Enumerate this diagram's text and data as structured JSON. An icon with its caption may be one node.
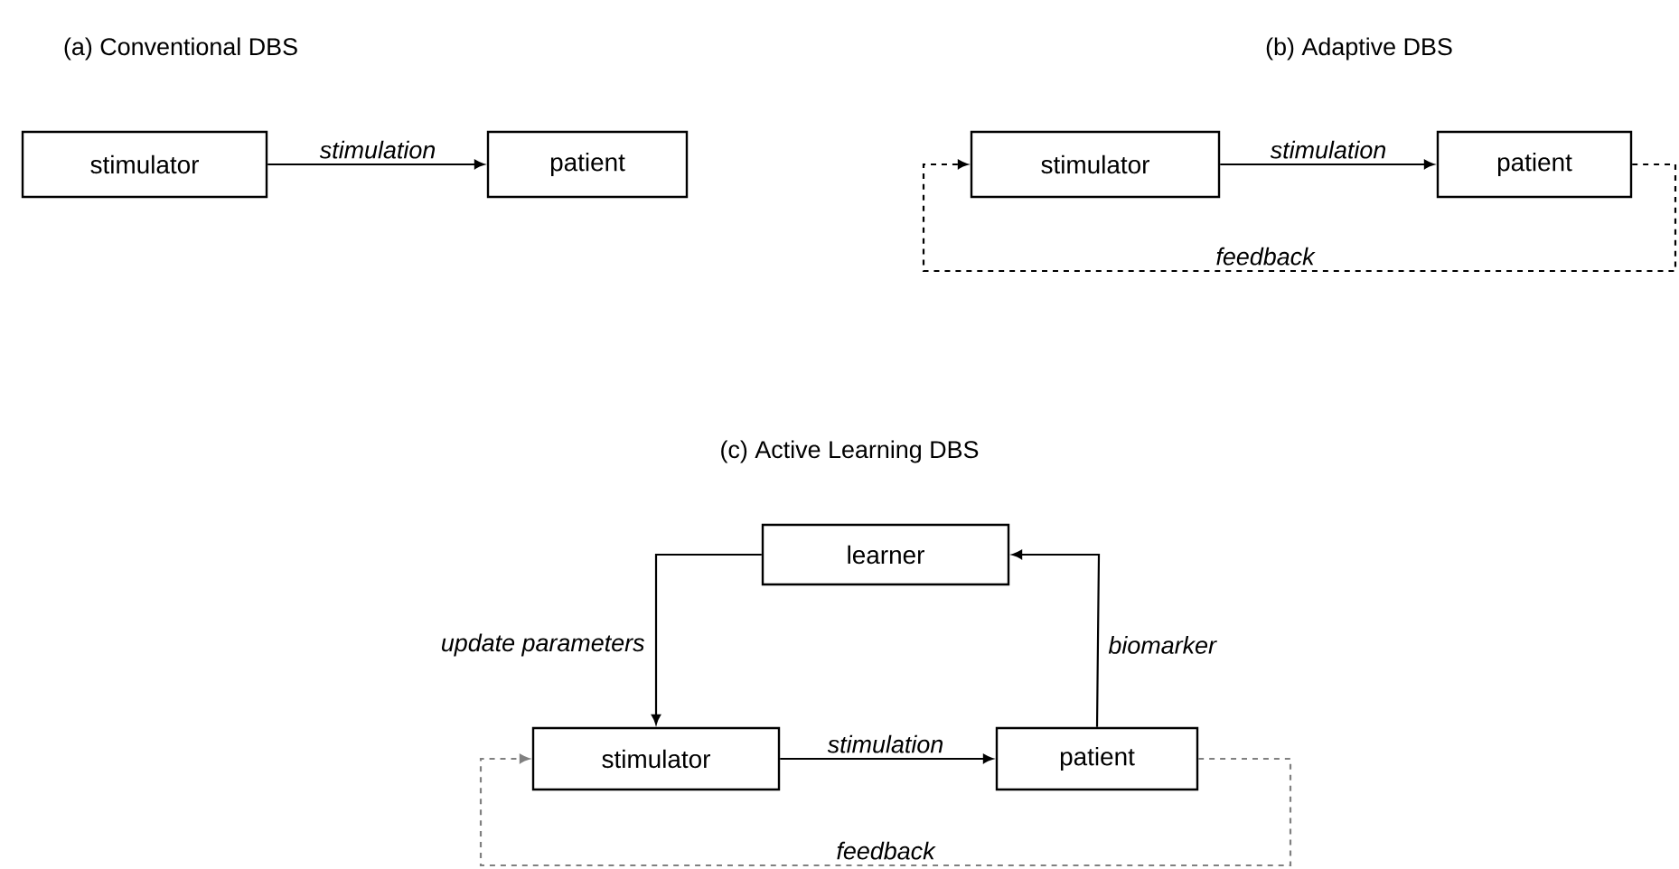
{
  "diagram": {
    "nodes": [
      {
        "text": [
          "stimulator"
        ]
      },
      {
        "text": [
          "patient"
        ]
      },
      {
        "text": [
          "stimulator"
        ]
      },
      {
        "text": [
          "patient"
        ]
      },
      {
        "text": [
          "learner"
        ]
      },
      {
        "text": [
          "stimulator"
        ]
      },
      {
        "text": [
          "patient"
        ]
      }
    ],
    "edges": [
      {
        "from": 0,
        "to": 1,
        "arrow": "to",
        "label": "stimulation"
      },
      {
        "from": 2,
        "to": 3,
        "arrow": "to",
        "label": "stimulation"
      },
      {
        "from": 3,
        "to": 2,
        "arrow": "to",
        "label": "feedback",
        "style": "dashed"
      },
      {
        "from": 4,
        "to": 5,
        "arrow": "to",
        "label": "update parameters"
      },
      {
        "from": 6,
        "to": 4,
        "arrow": "to",
        "label": "biomarker"
      },
      {
        "from": 5,
        "to": 6,
        "arrow": "to",
        "label": "stimulation"
      },
      {
        "from": 6,
        "to": 5,
        "arrow": "to",
        "label": "feedback",
        "style": "dashed",
        "color": "#808080"
      }
    ],
    "labels": [
      "(a) Conventional DBS",
      "(b) Adaptive DBS",
      "(c) Active Learning DBS"
    ]
  }
}
